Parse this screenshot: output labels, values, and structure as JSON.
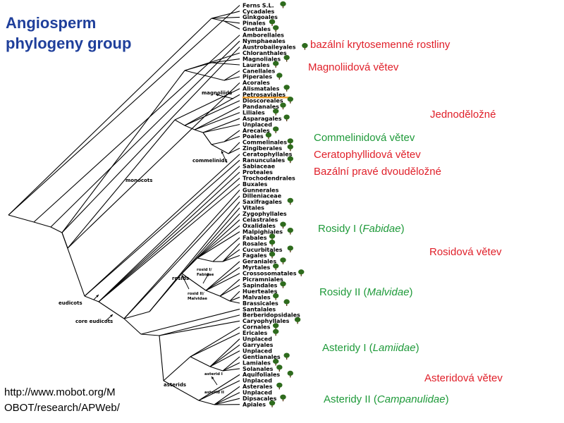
{
  "title": {
    "line1": "Angiosperm",
    "line2": "phylogeny group"
  },
  "url": {
    "line1": "http://www.mobot.org/M",
    "line2": "OBOT/research/APWeb/"
  },
  "colors": {
    "title": "#1f3f9b",
    "red": "#e0202a",
    "green": "#1f9a3a",
    "tree_icon": "#2e6b1d",
    "highlight": "#f0a030"
  },
  "icon": "tree-icon",
  "taxa": [
    {
      "label": "Ferns S.L.",
      "icon": true
    },
    {
      "label": "Cycadales",
      "icon": false
    },
    {
      "label": "Ginkgoales",
      "icon": false
    },
    {
      "label": "Pinales",
      "icon": true
    },
    {
      "label": "Gnetales",
      "icon": true
    },
    {
      "label": "Amborellales",
      "icon": false
    },
    {
      "label": "Nymphaeales",
      "icon": false
    },
    {
      "label": "Austrobaileyales",
      "icon": true
    },
    {
      "label": "Chloranthales",
      "icon": false
    },
    {
      "label": "Magnoliales",
      "icon": true
    },
    {
      "label": "Laurales",
      "icon": true
    },
    {
      "label": "Canellales",
      "icon": false
    },
    {
      "label": "Piperales",
      "icon": true
    },
    {
      "label": "Acorales",
      "icon": false
    },
    {
      "label": "Alismatales",
      "icon": true
    },
    {
      "label": "Petrosaviales",
      "icon": false
    },
    {
      "label": "Dioscoreales",
      "icon": true
    },
    {
      "label": "Pandanales",
      "icon": true
    },
    {
      "label": "Liliales",
      "icon": true
    },
    {
      "label": "Asparagales",
      "icon": true
    },
    {
      "label": "Unplaced",
      "icon": false
    },
    {
      "label": "Arecales",
      "icon": true
    },
    {
      "label": "Poales",
      "icon": true
    },
    {
      "label": "Commelinales",
      "icon": true
    },
    {
      "label": "Zingiberales",
      "icon": true
    },
    {
      "label": "Ceratophyllales",
      "icon": false
    },
    {
      "label": "Ranunculales",
      "icon": true
    },
    {
      "label": "Sabiaceae",
      "icon": false
    },
    {
      "label": "Proteales",
      "icon": false
    },
    {
      "label": "Trochodendrales",
      "icon": false
    },
    {
      "label": "Buxales",
      "icon": false
    },
    {
      "label": "Gunnerales",
      "icon": false
    },
    {
      "label": "Dilleniaceae",
      "icon": false
    },
    {
      "label": "Saxifragales",
      "icon": true
    },
    {
      "label": "Vitales",
      "icon": false
    },
    {
      "label": "Zygophyllales",
      "icon": false
    },
    {
      "label": "Celastrales",
      "icon": false
    },
    {
      "label": "Oxalidales",
      "icon": true
    },
    {
      "label": "Malpighiales",
      "icon": true
    },
    {
      "label": "Fabales",
      "icon": true
    },
    {
      "label": "Rosales",
      "icon": true
    },
    {
      "label": "Cucurbitales",
      "icon": true
    },
    {
      "label": "Fagales",
      "icon": true
    },
    {
      "label": "Geraniales",
      "icon": true
    },
    {
      "label": "Myrtales",
      "icon": true
    },
    {
      "label": "Crossosomatales",
      "icon": true
    },
    {
      "label": "Picramniales",
      "icon": false
    },
    {
      "label": "Sapindales",
      "icon": true
    },
    {
      "label": "Huerteales",
      "icon": false
    },
    {
      "label": "Malvales",
      "icon": true
    },
    {
      "label": "Brassicales",
      "icon": true
    },
    {
      "label": "Santalales",
      "icon": false
    },
    {
      "label": "Berberidopsidales",
      "icon": false
    },
    {
      "label": "Caryophyllales",
      "icon": true
    },
    {
      "label": "Cornales",
      "icon": true
    },
    {
      "label": "Ericales",
      "icon": true
    },
    {
      "label": "Unplaced",
      "icon": false
    },
    {
      "label": "Garryales",
      "icon": false
    },
    {
      "label": "Unplaced",
      "icon": false
    },
    {
      "label": "Gentianales",
      "icon": true
    },
    {
      "label": "Lamiales",
      "icon": true
    },
    {
      "label": "Solanales",
      "icon": true
    },
    {
      "label": "Aquifoliales",
      "icon": true
    },
    {
      "label": "Unplaced",
      "icon": false
    },
    {
      "label": "Asterales",
      "icon": true
    },
    {
      "label": "Unplaced",
      "icon": false
    },
    {
      "label": "Dipsacales",
      "icon": true
    },
    {
      "label": "Apiales",
      "icon": true
    }
  ],
  "clade_labels": {
    "magnoliids": "magnoliids",
    "monocots": "monocots",
    "commelinids": "commelinids",
    "eudicots": "eudicots",
    "core_eudicots": "core eudicots",
    "rosids": "rosids",
    "rosid_i_line1": "rosid I/",
    "rosid_i_line2": "Fabidae",
    "rosid_ii_line1": "rosid II/",
    "rosid_ii_line2": "Malvidae",
    "asterids": "asterids",
    "asterid_i": "asterid I",
    "asterid_ii": "asterid II"
  },
  "annotations": {
    "basal": "bazální krytosemenné rostliny",
    "magnoliids": "Magnoliidová větev",
    "monocots": "Jednoděložné",
    "commelinids": "Commelinidová větev",
    "ceratophyllids": "Ceratophyllidová větev",
    "basal_eudicots": "Bazální pravé dvouděložné",
    "rosids_i_prefix": "Rosidy I (",
    "rosids_i_italic": "Fabidae",
    "rosids_i_suffix": ")",
    "rosids": "Rosidová větev",
    "rosids_ii_prefix": "Rosidy II (",
    "rosids_ii_italic": "Malvidae",
    "rosids_ii_suffix": ")",
    "asterids_i_prefix": "Asteridy I (",
    "asterids_i_italic": "Lamiidae",
    "asterids_i_suffix": ")",
    "asterids": "Asteridová větev",
    "asterids_ii_prefix": "Asteridy II (",
    "asterids_ii_italic": "Campanulidae",
    "asterids_ii_suffix": ")"
  }
}
